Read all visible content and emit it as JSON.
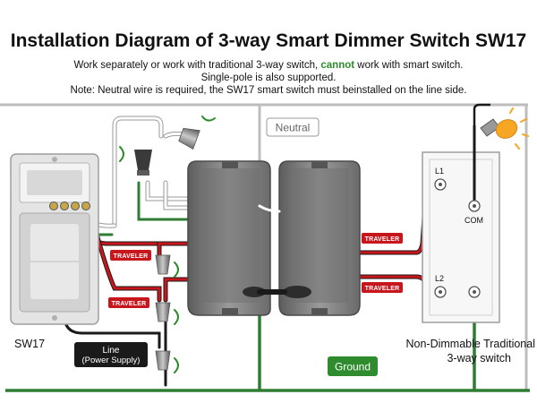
{
  "title": "Installation Diagram of 3-way Smart Dimmer Switch SW17",
  "notes": {
    "line1_before": "Work separately or work with traditional 3-way switch, ",
    "line1_highlight": "cannot",
    "line1_after": " work with smart switch.",
    "line2": "Single-pole is also supported.",
    "line3": "Note: Neutral wire is required, the SW17 smart switch must beinstalled on the line side."
  },
  "labels": {
    "neutral": "Neutral",
    "ground": "Ground",
    "sw17": "SW17",
    "line_title": "Line",
    "line_sub": "(Power Supply)",
    "traveler": "TRAVELER",
    "l1": "L1",
    "l2": "L2",
    "com": "COM",
    "traditional_line1": "Non-Dimmable Traditional",
    "traditional_line2": "3-way switch"
  },
  "colors": {
    "hot": "#1a1a1a",
    "traveler_wire": "#c8161d",
    "neutral_wire": "#ffffff",
    "ground_wire": "#2e7d32",
    "ground_badge": "#2e8b2e",
    "traveler_badge": "#c8161d",
    "highlight": "#2e8b2e",
    "box_gray": "#7a7a7a",
    "bulb": "#f5a623"
  },
  "icons": [
    "light-bulb-icon",
    "wire-nut-icon",
    "screw-terminal-icon",
    "arrow-icon"
  ]
}
